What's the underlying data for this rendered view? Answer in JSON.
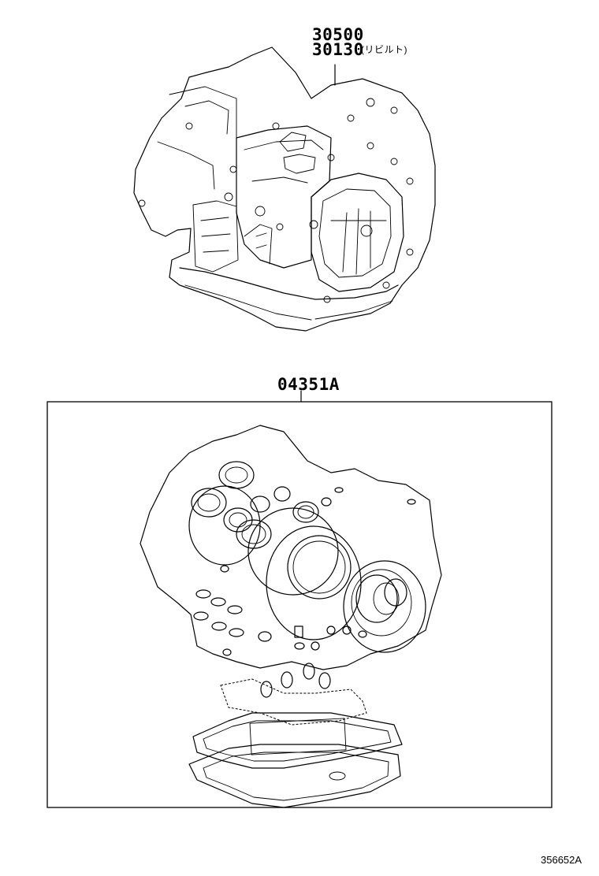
{
  "labels": {
    "transaxle_part_a": "30500",
    "transaxle_part_b": "30130",
    "transaxle_part_b_note": "(リビルト)",
    "gasket_kit_part": "04351A",
    "figure_ref": "356652A"
  }
}
